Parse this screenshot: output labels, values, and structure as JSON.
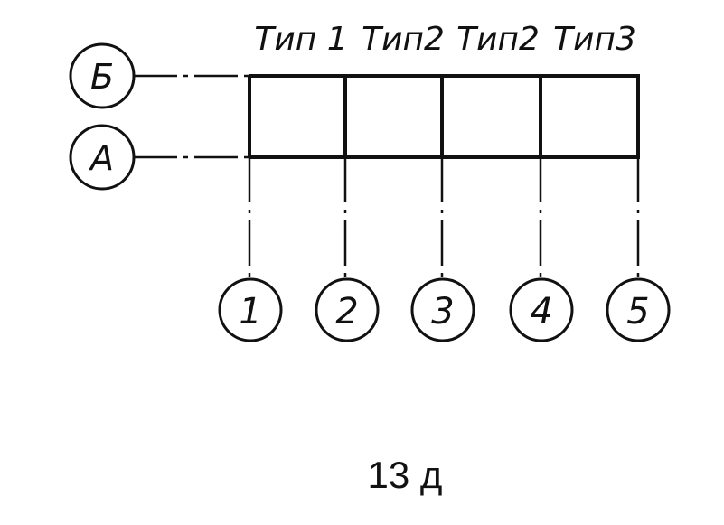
{
  "row_axes": [
    {
      "label": "Б"
    },
    {
      "label": "А"
    }
  ],
  "column_axes": [
    {
      "label": "1"
    },
    {
      "label": "2"
    },
    {
      "label": "3"
    },
    {
      "label": "4"
    },
    {
      "label": "5"
    }
  ],
  "bay_types": [
    {
      "label": "Тип 1"
    },
    {
      "label": "Тип2"
    },
    {
      "label": "Тип2"
    },
    {
      "label": "Тип3"
    }
  ],
  "caption": "13 д",
  "colors": {
    "line": "#111111",
    "background": "#ffffff"
  }
}
